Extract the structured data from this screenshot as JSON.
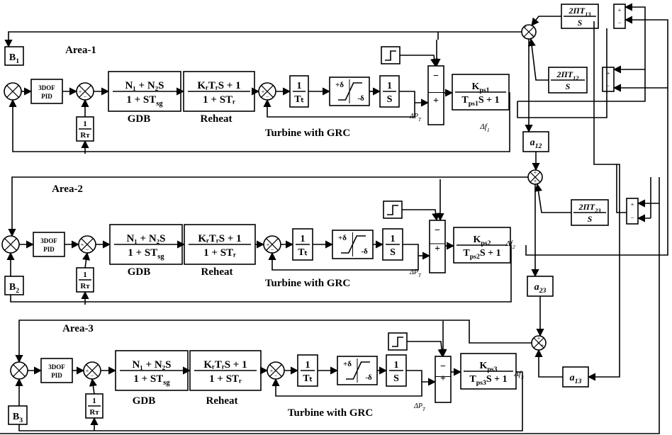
{
  "areas": [
    {
      "title": "Area-1",
      "bias": "B",
      "bias_sub": "1",
      "pid": [
        "3DOF",
        "PID"
      ],
      "gdb_num": "N₁ + N₂S",
      "gdb_den": "1 + ST",
      "gdb_den_sub": "sg",
      "reheat_num": "KᵣTᵣS + 1",
      "reheat_den": "1 + STᵣ",
      "gdb_label": "GDB",
      "reheat_label": "Reheat",
      "turbine_label": "Turbine with GRC",
      "droop_num": "1",
      "droop_den": "Rᴛ",
      "tt_num": "1",
      "tt_den": "Tₜ",
      "int_num": "1",
      "int_den": "S",
      "grc_plus": "+δ",
      "grc_minus": "-δ",
      "ps_num": "K",
      "ps_num_sub": "ps1",
      "ps_den": "T",
      "ps_den_sub": "ps1",
      "ps_den_tail": "S + 1",
      "dpt": "ΔP",
      "dpt_sub": "T",
      "df": "Δf",
      "df_sub": "1"
    },
    {
      "title": "Area-2",
      "bias": "B",
      "bias_sub": "2",
      "pid": [
        "3DOF",
        "PID"
      ],
      "gdb_num": "N₁ + N₂S",
      "gdb_den": "1 + ST",
      "gdb_den_sub": "sg",
      "reheat_num": "KᵣTᵣS + 1",
      "reheat_den": "1 + STᵣ",
      "gdb_label": "GDB",
      "reheat_label": "Reheat",
      "turbine_label": "Turbine with GRC",
      "droop_num": "1",
      "droop_den": "Rᴛ",
      "tt_num": "1",
      "tt_den": "Tₜ",
      "int_num": "1",
      "int_den": "S",
      "grc_plus": "+δ",
      "grc_minus": "-δ",
      "ps_num": "K",
      "ps_num_sub": "ps2",
      "ps_den": "T",
      "ps_den_sub": "ps2",
      "ps_den_tail": "S + 1",
      "dpt": "ΔP",
      "dpt_sub": "T",
      "df": "Δf",
      "df_sub": "2"
    },
    {
      "title": "Area-3",
      "bias": "B",
      "bias_sub": "3",
      "pid": [
        "3DOF",
        "PID"
      ],
      "gdb_num": "N₁ + N₂S",
      "gdb_den": "1 + ST",
      "gdb_den_sub": "sg",
      "reheat_num": "KᵣTᵣS + 1",
      "reheat_den": "1 + STᵣ",
      "gdb_label": "GDB",
      "reheat_label": "Reheat",
      "turbine_label": "Turbine with GRC",
      "droop_num": "1",
      "droop_den": "Rᴛ",
      "tt_num": "1",
      "tt_den": "Tₜ",
      "int_num": "1",
      "int_den": "S",
      "grc_plus": "+δ",
      "grc_minus": "-δ",
      "ps_num": "K",
      "ps_num_sub": "ps3",
      "ps_den": "T",
      "ps_den_sub": "ps3",
      "ps_den_tail": "S + 1",
      "dpt": "ΔP",
      "dpt_sub": "T",
      "df": "Δf",
      "df_sub": "3"
    }
  ],
  "tie_lines": [
    {
      "num": "2ΠT",
      "num_sub": "13",
      "den": "S"
    },
    {
      "num": "2ΠT",
      "num_sub": "12",
      "den": "S"
    },
    {
      "num": "2ΠT",
      "num_sub": "23",
      "den": "S"
    }
  ],
  "gains": [
    {
      "text": "a",
      "sub": "12"
    },
    {
      "text": "a",
      "sub": "23"
    },
    {
      "text": "a",
      "sub": "13"
    }
  ]
}
